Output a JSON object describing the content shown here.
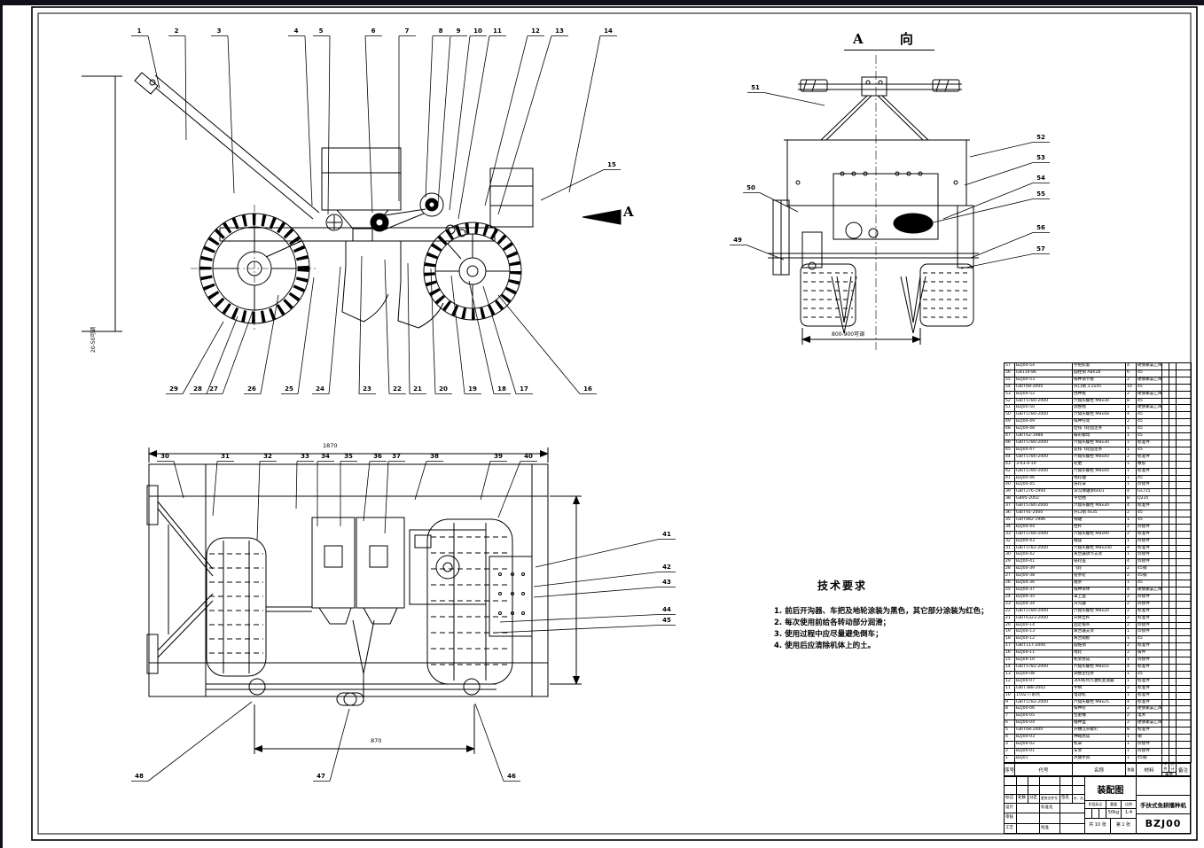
{
  "sheet": {
    "view_a_label": "A  向",
    "side_arrow_label": "A"
  },
  "tech": {
    "title": "技术要求",
    "items": [
      "1. 前后开沟器、车把及地轮涂装为黑色，其它部分涂装为红色；",
      "2. 每次使用前给各转动部分润滑；",
      "3. 使用过程中应尽量避免倒车；",
      "4. 使用后应清除机体上的土。"
    ]
  },
  "dims": {
    "top_view_width": "1870",
    "top_view_track": "870",
    "a_view_adjust": "800-900可调",
    "side_depth_note": "20-50可调"
  },
  "bom": {
    "headers": {
      "seq": "序号",
      "code": "代号",
      "name": "名称",
      "qty": "数量",
      "material": "材料",
      "unit": "单件",
      "total": "总计",
      "weight": "重量",
      "remark": "备注"
    },
    "rows": [
      [
        57,
        "BZJ00-54",
        "手把胶套",
        "4",
        "硬质聚氯乙烯"
      ],
      [
        56,
        "GB119-86",
        "圆柱销 A8X28",
        "6",
        "45"
      ],
      [
        55,
        "BZJ00-53",
        "排种调节板",
        "2",
        "硬质聚氯乙烯"
      ],
      [
        54,
        "GB/T68-2000",
        "开口销 3.2x45",
        "10",
        "45"
      ],
      [
        53,
        "BZJ00-52",
        "挡种板",
        "2",
        "硬质聚氯乙烯"
      ],
      [
        52,
        "GB/T5780-2000",
        "六角头螺栓 M8x30",
        "8",
        "45"
      ],
      [
        51,
        "BZJ00-50",
        "调整圈",
        "1",
        "硬质聚氯乙烯"
      ],
      [
        50,
        "GB/T5780-2000",
        "六角头螺栓 M8x48",
        "4",
        "45"
      ],
      [
        49,
        "BZJ00-49",
        "排种托架",
        "2",
        "45"
      ],
      [
        48,
        "BZJ00-48",
        "后排飞轮固定条",
        "1",
        "45"
      ],
      [
        47,
        "GB/T62-1988",
        "蝶形螺母",
        "1",
        "45"
      ],
      [
        46,
        "GB/T5780-2000",
        "六角头螺栓 M8x30",
        "1",
        "标准件"
      ],
      [
        45,
        "BZJ00-47",
        "前排飞轮固定条",
        "1",
        "45"
      ],
      [
        44,
        "GB/T5780-2000",
        "六角头螺栓 M8x40",
        "2",
        "标准件"
      ],
      [
        43,
        "3-63-4-10",
        "轮胎",
        "1",
        "橡胶"
      ],
      [
        42,
        "GB/T5780-2000",
        "六角头螺栓 M8x40",
        "1",
        "标准件"
      ],
      [
        41,
        "BZJ00-46",
        "地轮轴",
        "1",
        "45"
      ],
      [
        40,
        "BZJ00-45",
        "链轮罩",
        "1",
        "焊接件"
      ],
      [
        39,
        "GB/T276-1994",
        "深沟球轴承6001",
        "4",
        "GCr15"
      ],
      [
        38,
        "GB95-2002",
        "平垫圈",
        "8",
        "Q235"
      ],
      [
        37,
        "GB/T5780-2000",
        "六角头螺栓 M8x30",
        "4",
        "标准件"
      ],
      [
        36,
        "GB/T91-2000",
        "开口销 4x35",
        "2",
        "45"
      ],
      [
        35,
        "GB/T882-1986",
        "销轴",
        "1",
        "45"
      ],
      [
        34,
        "BZJ00-44",
        "拉杆",
        "2",
        "焊接件"
      ],
      [
        33,
        "GB/T5780-2000",
        "六角头螺栓 M8x90",
        "2",
        "标准件"
      ],
      [
        32,
        "BZJ00-43",
        "踏座",
        "1",
        "焊接件"
      ],
      [
        31,
        "GB/T5782-2000",
        "六角头螺栓 M8x100",
        "4",
        "标准件"
      ],
      [
        30,
        "BZJ00-42",
        "离合器调节支架",
        "1",
        "焊接件"
      ],
      [
        29,
        "BZJ00-41",
        "链轮盖",
        "4",
        "焊接件"
      ],
      [
        28,
        "BZJ00-39",
        "飞轮",
        "2",
        "45钢"
      ],
      [
        27,
        "BZJ00-38",
        "链条轮",
        "2",
        "45钢"
      ],
      [
        26,
        "BZJ00-36",
        "踏条",
        "1",
        "45"
      ],
      [
        25,
        "BZJ00-37",
        "排种单体",
        "4",
        "硬质聚氯乙烯"
      ],
      [
        24,
        "BZJ00-35",
        "罩上盖",
        "2",
        "焊接件"
      ],
      [
        23,
        "BZJ00-34",
        "开沟器",
        "2",
        "焊接件"
      ],
      [
        22,
        "GB/T5780-2000",
        "六角头螺栓 M8x20",
        "2",
        "标准件"
      ],
      [
        21,
        "GB/T6323-2000",
        "升降丝杆",
        "2",
        "标准件"
      ],
      [
        20,
        "BZJ00-14",
        "固定角条",
        "2",
        "焊接件"
      ],
      [
        19,
        "BZJ00-13",
        "离合器支架",
        "1",
        "焊接件"
      ],
      [
        18,
        "BZJ00-12",
        "离合踏板",
        "1",
        "45"
      ],
      [
        17,
        "GB/T117-2000",
        "圆锥销",
        "2",
        "标准件"
      ],
      [
        16,
        "BZJ00-11",
        "地轮",
        "2",
        "铸件"
      ],
      [
        15,
        "BZJ00-10",
        "机架总成",
        "1",
        "焊接件"
      ],
      [
        14,
        "GB/T5782-2000",
        "六角头螺栓 M8x55",
        "4",
        "标准件"
      ],
      [
        13,
        "BZJ00-08",
        "调整定位条",
        "1",
        "45"
      ],
      [
        12,
        "BZJ00-07",
        "300系列汽油机变速器",
        "1",
        "标准件"
      ],
      [
        11,
        "GB/T388-2002",
        "手柄",
        "2",
        "标准件"
      ],
      [
        10,
        "150ZTT系列",
        "电动机",
        "1",
        "标准件"
      ],
      [
        9,
        "GB/T5782-2000",
        "六角头螺栓 M8x25",
        "4",
        "标准件"
      ],
      [
        8,
        "BZJ00-06",
        "排种轮",
        "2",
        "硬质聚氯乙烯"
      ],
      [
        7,
        "BZJ00-05",
        "包肥桶",
        "2",
        "电木"
      ],
      [
        6,
        "BZJ00-04",
        "播种盒",
        "2",
        "硬质聚氯乙烯"
      ],
      [
        5,
        "GB/T68-2000",
        "开槽沉头螺钉",
        "8",
        "标准件"
      ],
      [
        4,
        "BZJ00-03",
        "种箱总成",
        "1",
        "钢"
      ],
      [
        3,
        "BZJ00-02",
        "机罩",
        "1",
        "焊接件"
      ],
      [
        2,
        "BZJ00-01",
        "车架",
        "1",
        "焊接件"
      ],
      [
        1,
        "BZJ01",
        "点播手具",
        "1",
        "45钢"
      ]
    ]
  },
  "title_block": {
    "drawing_type": "装配图",
    "product_name": "手扶式免耕播种机",
    "drawing_no": "BZJ00",
    "revision_labels": [
      "标记",
      "处数",
      "分区",
      "更改文件号",
      "签名",
      "年、月、日"
    ],
    "role_design": "设计",
    "role_standard": "标准化",
    "role_check": "审核",
    "role_process": "工艺",
    "role_approve": "批准",
    "stage_label": "阶段标记",
    "weight_label": "重量",
    "scale_label": "比例",
    "weight_value": "50kg",
    "scale_value": "1:4",
    "sheets_total": "共 10 张",
    "sheet_no": "第 1 张"
  },
  "callouts": [
    [
      1,
      157,
      36,
      180,
      100
    ],
    [
      2,
      199,
      36,
      210,
      158
    ],
    [
      3,
      247,
      36,
      264,
      218
    ],
    [
      4,
      334,
      36,
      352,
      232
    ],
    [
      5,
      362,
      36,
      370,
      242
    ],
    [
      6,
      421,
      36,
      420,
      240
    ],
    [
      7,
      459,
      36,
      450,
      227
    ],
    [
      8,
      497,
      36,
      480,
      223
    ],
    [
      9,
      517,
      36,
      494,
      230
    ],
    [
      10,
      539,
      36,
      507,
      237
    ],
    [
      11,
      561,
      36,
      517,
      247
    ],
    [
      12,
      604,
      36,
      547,
      232
    ],
    [
      13,
      631,
      36,
      562,
      242
    ],
    [
      14,
      686,
      36,
      642,
      217
    ],
    [
      15,
      690,
      187,
      610,
      226
    ],
    [
      16,
      663,
      440,
      562,
      333
    ],
    [
      17,
      591,
      440,
      545,
      323
    ],
    [
      18,
      566,
      440,
      529,
      317
    ],
    [
      19,
      533,
      440,
      509,
      311
    ],
    [
      20,
      500,
      440,
      486,
      303
    ],
    [
      21,
      471,
      440,
      460,
      297
    ],
    [
      22,
      448,
      440,
      434,
      293
    ],
    [
      23,
      414,
      440,
      408,
      289
    ],
    [
      24,
      361,
      440,
      384,
      301
    ],
    [
      25,
      326,
      440,
      354,
      313
    ],
    [
      26,
      284,
      440,
      314,
      333
    ],
    [
      27,
      241,
      440,
      285,
      351
    ],
    [
      28,
      223,
      440,
      268,
      357
    ],
    [
      29,
      196,
      440,
      252,
      363
    ],
    [
      49,
      832,
      272,
      884,
      293
    ],
    [
      50,
      847,
      213,
      900,
      239
    ],
    [
      51,
      852,
      100,
      930,
      119
    ],
    [
      52,
      1174,
      156,
      1094,
      177
    ],
    [
      53,
      1174,
      179,
      1088,
      209
    ],
    [
      54,
      1174,
      202,
      1064,
      247
    ],
    [
      55,
      1174,
      220,
      1044,
      253
    ],
    [
      56,
      1174,
      258,
      1095,
      291
    ],
    [
      57,
      1174,
      282,
      1084,
      303
    ],
    [
      30,
      186,
      516,
      207,
      562
    ],
    [
      31,
      254,
      516,
      240,
      582
    ],
    [
      32,
      302,
      516,
      290,
      610
    ],
    [
      33,
      344,
      516,
      334,
      574
    ],
    [
      34,
      367,
      516,
      358,
      594
    ],
    [
      35,
      393,
      516,
      384,
      594
    ],
    [
      36,
      426,
      516,
      410,
      588
    ],
    [
      37,
      447,
      516,
      434,
      602
    ],
    [
      38,
      490,
      516,
      468,
      564
    ],
    [
      39,
      562,
      516,
      542,
      564
    ],
    [
      40,
      596,
      516,
      562,
      584
    ],
    [
      41,
      752,
      604,
      604,
      640
    ],
    [
      42,
      752,
      641,
      602,
      662
    ],
    [
      43,
      752,
      658,
      602,
      674
    ],
    [
      44,
      752,
      689,
      564,
      702
    ],
    [
      45,
      752,
      701,
      558,
      714
    ],
    [
      46,
      577,
      877,
      536,
      794
    ],
    [
      47,
      362,
      877,
      394,
      800
    ],
    [
      48,
      157,
      877,
      284,
      792
    ]
  ]
}
